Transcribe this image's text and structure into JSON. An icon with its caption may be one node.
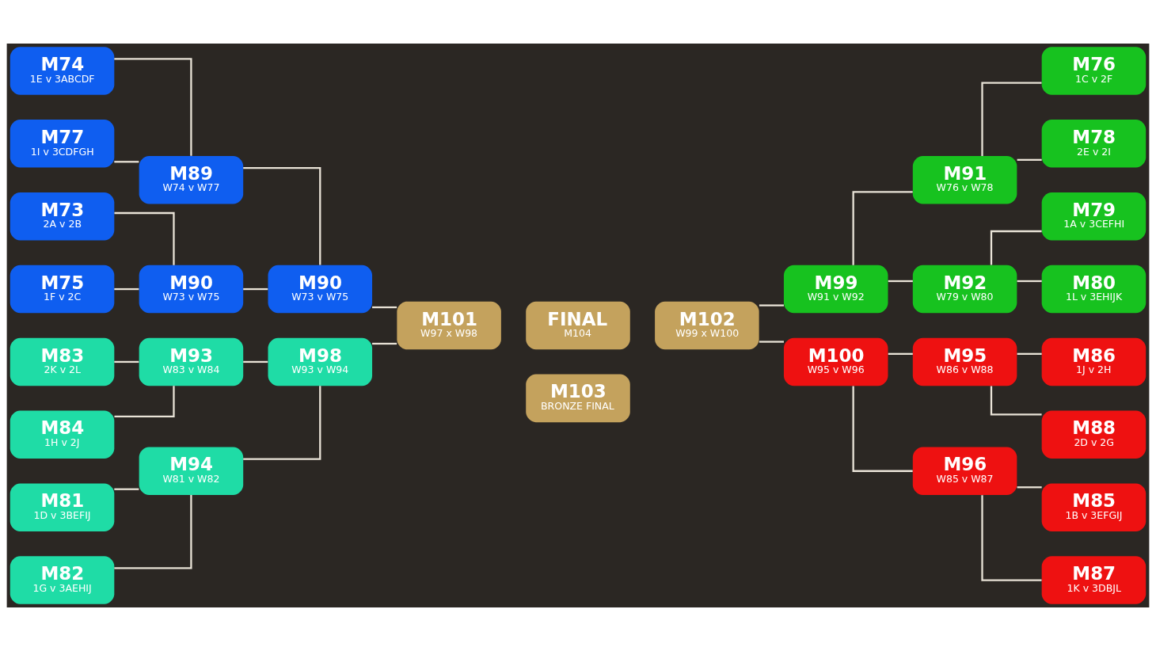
{
  "diagram": {
    "nodes": [
      {
        "text": [
          "M74",
          "1E v 3ABCDF"
        ]
      },
      {
        "text": [
          "M77",
          "1I v 3CDFGH"
        ]
      },
      {
        "text": [
          "M73",
          "2A v 2B"
        ]
      },
      {
        "text": [
          "M75",
          "1F v 2C"
        ]
      },
      {
        "text": [
          "M89",
          "W74 v W77"
        ]
      },
      {
        "text": [
          "M90",
          "W73 v W75"
        ]
      },
      {
        "text": [
          "M90",
          "W73 v W75"
        ]
      },
      {
        "text": [
          "M83",
          "2K v 2L"
        ]
      },
      {
        "text": [
          "M84",
          "1H v 2J"
        ]
      },
      {
        "text": [
          "M81",
          "1D v 3BEFIJ"
        ]
      },
      {
        "text": [
          "M82",
          "1G v 3AEHIJ"
        ]
      },
      {
        "text": [
          "M93",
          "W83 v W84"
        ]
      },
      {
        "text": [
          "M94",
          "W81 v W82"
        ]
      },
      {
        "text": [
          "M98",
          "W93 v W94"
        ]
      },
      {
        "text": [
          "M101",
          "W97 x W98"
        ]
      },
      {
        "text": [
          "FINAL",
          "M104"
        ]
      },
      {
        "text": [
          "M102",
          "W99 x W100"
        ]
      },
      {
        "text": [
          "M103",
          "BRONZE FINAL"
        ]
      },
      {
        "text": [
          "M99",
          "W91 v W92"
        ]
      },
      {
        "text": [
          "M91",
          "W76 v W78"
        ]
      },
      {
        "text": [
          "M92",
          "W79 v W80"
        ]
      },
      {
        "text": [
          "M76",
          "1C v 2F"
        ]
      },
      {
        "text": [
          "M78",
          "2E v 2I"
        ]
      },
      {
        "text": [
          "M79",
          "1A v 3CEFHI"
        ]
      },
      {
        "text": [
          "M80",
          "1L v 3EHIJK"
        ]
      },
      {
        "text": [
          "M100",
          "W95 v W96"
        ]
      },
      {
        "text": [
          "M95",
          "W86 v W88"
        ]
      },
      {
        "text": [
          "M96",
          "W85 v W87"
        ]
      },
      {
        "text": [
          "M86",
          "1J v 2H"
        ]
      },
      {
        "text": [
          "M88",
          "2D v 2G"
        ]
      },
      {
        "text": [
          "M85",
          "1B v 3EFGIJ"
        ]
      },
      {
        "text": [
          "M87",
          "1K v 3DBJL"
        ]
      }
    ],
    "edges": [
      {
        "from": 0,
        "to": 4,
        "arrow": "none"
      },
      {
        "from": 1,
        "to": 4,
        "arrow": "none"
      },
      {
        "from": 2,
        "to": 5,
        "arrow": "none"
      },
      {
        "from": 3,
        "to": 5,
        "arrow": "none"
      },
      {
        "from": 4,
        "to": 6,
        "arrow": "none"
      },
      {
        "from": 5,
        "to": 6,
        "arrow": "none"
      },
      {
        "from": 6,
        "to": 14,
        "arrow": "none"
      },
      {
        "from": 7,
        "to": 11,
        "arrow": "none"
      },
      {
        "from": 8,
        "to": 11,
        "arrow": "none"
      },
      {
        "from": 9,
        "to": 12,
        "arrow": "none"
      },
      {
        "from": 10,
        "to": 12,
        "arrow": "none"
      },
      {
        "from": 11,
        "to": 13,
        "arrow": "none"
      },
      {
        "from": 12,
        "to": 13,
        "arrow": "none"
      },
      {
        "from": 13,
        "to": 14,
        "arrow": "none"
      },
      {
        "from": 21,
        "to": 19,
        "arrow": "none"
      },
      {
        "from": 22,
        "to": 19,
        "arrow": "none"
      },
      {
        "from": 23,
        "to": 20,
        "arrow": "none"
      },
      {
        "from": 24,
        "to": 20,
        "arrow": "none"
      },
      {
        "from": 19,
        "to": 18,
        "arrow": "none"
      },
      {
        "from": 20,
        "to": 18,
        "arrow": "none"
      },
      {
        "from": 18,
        "to": 16,
        "arrow": "none"
      },
      {
        "from": 28,
        "to": 26,
        "arrow": "none"
      },
      {
        "from": 29,
        "to": 26,
        "arrow": "none"
      },
      {
        "from": 30,
        "to": 27,
        "arrow": "none"
      },
      {
        "from": 31,
        "to": 27,
        "arrow": "none"
      },
      {
        "from": 26,
        "to": 25,
        "arrow": "none"
      },
      {
        "from": 27,
        "to": 25,
        "arrow": "none"
      },
      {
        "from": 25,
        "to": 16,
        "arrow": "none"
      }
    ]
  }
}
